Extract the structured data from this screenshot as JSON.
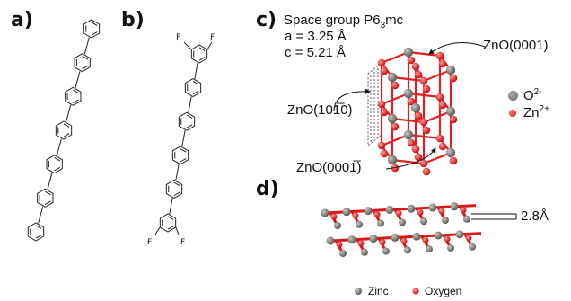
{
  "panels": {
    "a": "a)",
    "b": "b)",
    "c": "c)",
    "d": "d)"
  },
  "molecule_b": {
    "f_top_left": "F",
    "f_top_right": "F",
    "f_bottom_left": "F",
    "f_bottom_right": "F"
  },
  "crystal": {
    "space_group": "Space group P6",
    "space_group_sub": "3",
    "space_group_tail": "mc",
    "a_param": "a = 3.25 Å",
    "c_param": "c = 5.21 Å",
    "face_0001": "ZnO(0001)",
    "face_1010": "ZnO(101̅0)",
    "face_000_1": "ZnO(0001̅)",
    "legend_o": "O",
    "legend_o_sup": "2-",
    "legend_zn": "Zn",
    "legend_zn_sup": "2+"
  },
  "slab": {
    "spacing_label": "2.8Å",
    "legend_zinc": "Zinc",
    "legend_oxygen": "Oxygen"
  },
  "colors": {
    "oxygen_red": "#e02020",
    "zinc_gray": "#7a7671",
    "bond_red": "#e02020"
  }
}
